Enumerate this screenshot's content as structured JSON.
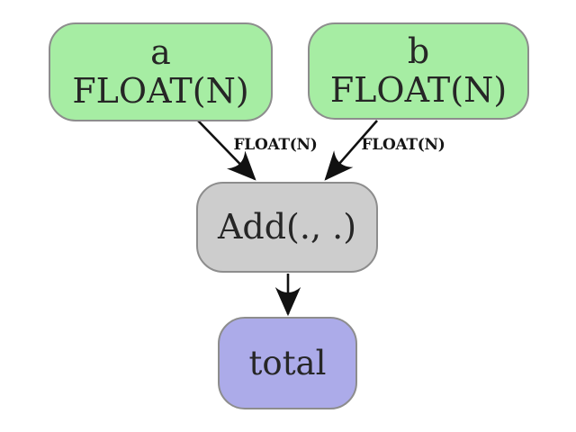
{
  "diagram": {
    "type": "dataflow-graph",
    "background_color": "#ffffff",
    "text_color": "#262626",
    "edge_color": "#111111",
    "node_border_color": "#8d8d8d",
    "nodes": [
      {
        "id": "a",
        "role": "input",
        "line1": "a",
        "line2": "FLOAT(N)",
        "fill": "#a6eda3"
      },
      {
        "id": "b",
        "role": "input",
        "line1": "b",
        "line2": "FLOAT(N)",
        "fill": "#a6eda3"
      },
      {
        "id": "add",
        "role": "operation",
        "label": "Add(., .)",
        "fill": "#cdcdcd"
      },
      {
        "id": "total",
        "role": "output",
        "label": "total",
        "fill": "#acabe9"
      }
    ],
    "edges": [
      {
        "from": "a",
        "to": "add",
        "label": "FLOAT(N)"
      },
      {
        "from": "b",
        "to": "add",
        "label": "FLOAT(N)"
      },
      {
        "from": "add",
        "to": "total",
        "label": ""
      }
    ]
  }
}
